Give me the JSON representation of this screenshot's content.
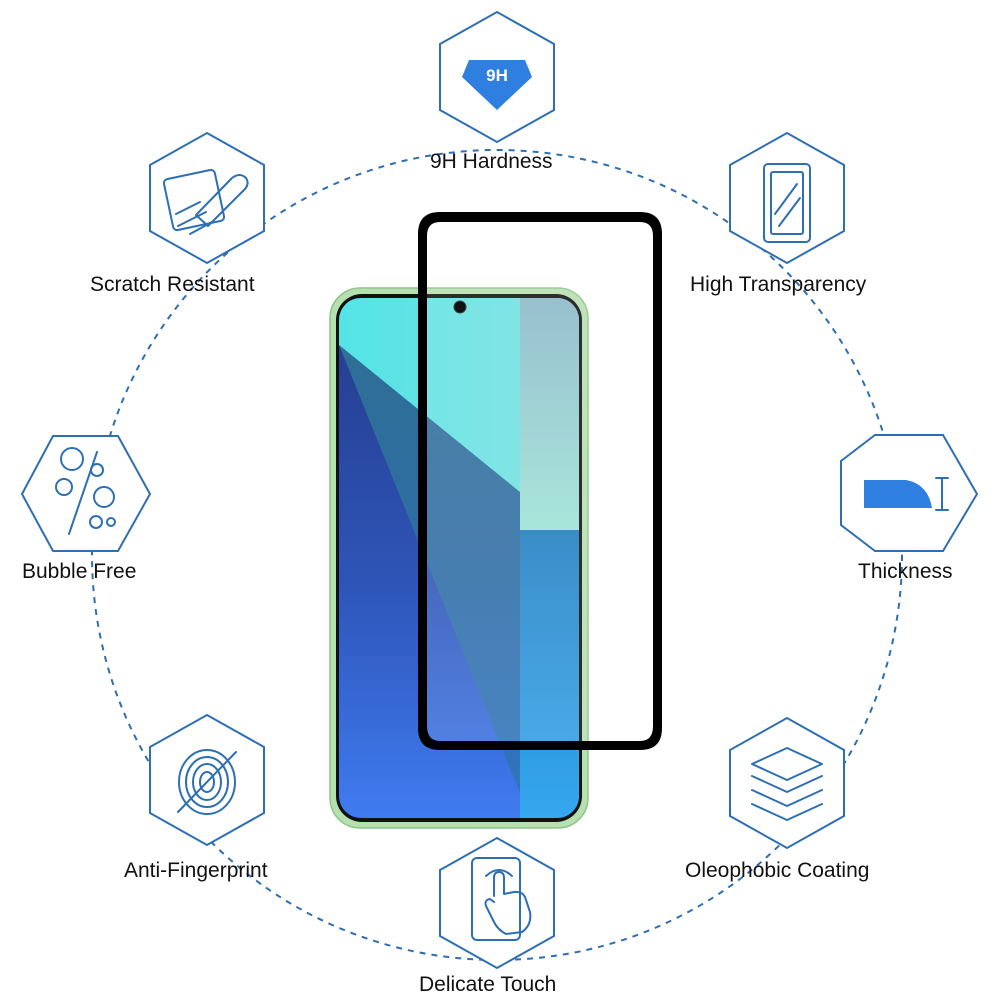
{
  "features": [
    {
      "key": "hardness",
      "label": "9H Hardness",
      "icon": "diamond-9h-icon",
      "badge": "9H"
    },
    {
      "key": "transparency",
      "label": "High Transparency",
      "icon": "glass-pane-icon"
    },
    {
      "key": "thickness",
      "label": "Thickness",
      "icon": "curved-edge-thickness-icon"
    },
    {
      "key": "oleophobic",
      "label": "Oleophobic Coating",
      "icon": "layers-icon"
    },
    {
      "key": "touch",
      "label": "Delicate Touch",
      "icon": "touch-hand-icon"
    },
    {
      "key": "fingerprint",
      "label": "Anti-Fingerprint",
      "icon": "no-fingerprint-icon"
    },
    {
      "key": "bubble",
      "label": "Bubble Free",
      "icon": "bubbles-icon"
    },
    {
      "key": "scratch",
      "label": "Scratch Resistant",
      "icon": "scratch-knife-icon"
    }
  ],
  "colors": {
    "accent": "#2e6fb3",
    "icon_fill": "#2e7fe0",
    "phone_frame": "#b6e0b0",
    "protector_border": "#000000"
  }
}
